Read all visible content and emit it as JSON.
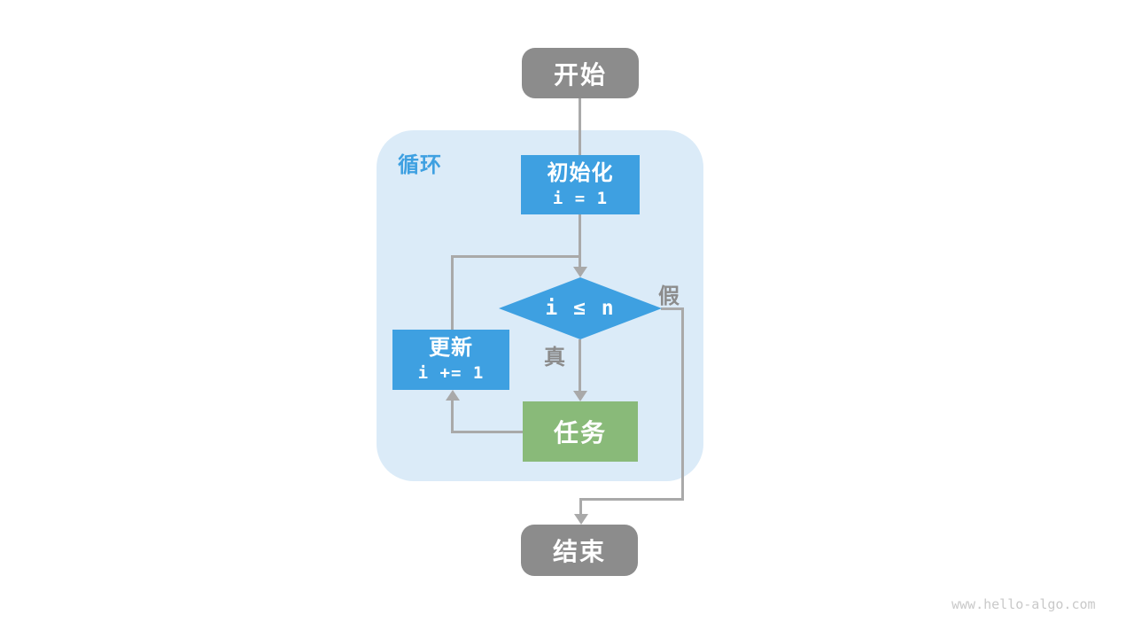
{
  "diagram": {
    "loop_label": "循环",
    "nodes": {
      "start": {
        "label": "开始"
      },
      "init": {
        "label": "初始化",
        "code": "i = 1"
      },
      "condition": {
        "label": "i ≤ n"
      },
      "update": {
        "label": "更新",
        "code": "i += 1"
      },
      "task": {
        "label": "任务"
      },
      "end": {
        "label": "结束"
      }
    },
    "branches": {
      "true_label": "真",
      "false_label": "假"
    },
    "watermark": "www.hello-algo.com",
    "colors": {
      "node_blue": "#3EA0E1",
      "node_green": "#89BA79",
      "node_gray": "#8C8C8C",
      "loop_container_bg": "#DBEBF8",
      "connector_gray": "#A9A9A9",
      "branch_label_gray": "#8C8C8C",
      "loop_label_blue": "#3EA0E1",
      "watermark_gray": "#C9C9C9"
    }
  }
}
